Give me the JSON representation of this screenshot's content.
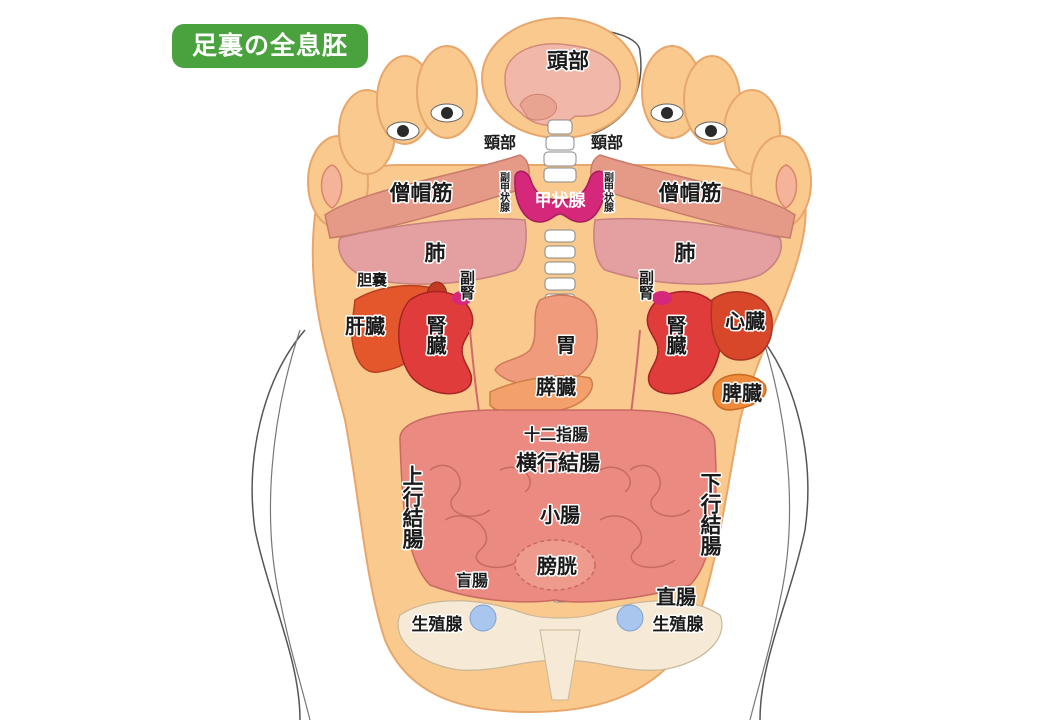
{
  "title": "足裏の全息胚",
  "colors": {
    "badge": "#4aa23e",
    "skin": "#f9c98e",
    "skin_edge": "#e9a66a",
    "lung": "#e4a0a0",
    "trapezius": "#e49a87",
    "kidney": "#e03c3c",
    "liver": "#e4572c",
    "heart": "#d9472b",
    "spleen": "#ef8a3a",
    "stomach": "#f09c7c",
    "pancreas": "#f3a06a",
    "intestine": "#ea8a80",
    "thyroid": "#d6287a",
    "brain": "#f1b7a8",
    "gonad": "#a8c6ee",
    "pelvis": "#f6ead6",
    "spine": "#ffffff"
  },
  "labels": {
    "head": "頭部",
    "neck_left": "頸部",
    "neck_right": "頸部",
    "parathyroid_left": "副甲状腺",
    "parathyroid_right": "副甲状腺",
    "thyroid": "甲状腺",
    "trapezius_left": "僧帽筋",
    "trapezius_right": "僧帽筋",
    "lung_left": "肺",
    "lung_right": "肺",
    "gallbladder": "胆嚢",
    "adrenal_left": "副腎",
    "adrenal_right": "副腎",
    "liver": "肝臓",
    "kidney_left": "腎臓",
    "kidney_right": "腎臓",
    "heart": "心臓",
    "stomach": "胃",
    "pancreas": "膵臓",
    "spleen": "脾臓",
    "duodenum": "十二指腸",
    "transverse_colon": "横行結腸",
    "ascending_colon": "上行結腸",
    "descending_colon": "下行結腸",
    "small_intestine": "小腸",
    "cecum": "盲腸",
    "bladder": "膀胱",
    "rectum": "直腸",
    "gonad_left": "生殖腺",
    "gonad_right": "生殖腺"
  }
}
